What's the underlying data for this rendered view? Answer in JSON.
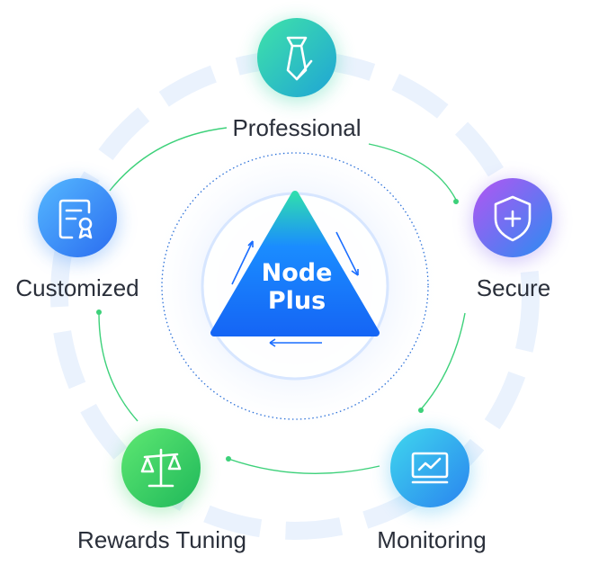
{
  "center": {
    "line1": "Node",
    "line2": "Plus"
  },
  "nodes": [
    {
      "key": "professional",
      "label": "Professional",
      "icon": "tie-icon",
      "colors": [
        "#3fe3a8",
        "#1fa4d6"
      ]
    },
    {
      "key": "secure",
      "label": "Secure",
      "icon": "shield-plus-icon",
      "colors": [
        "#b455f2",
        "#2b8cf2"
      ]
    },
    {
      "key": "monitoring",
      "label": "Monitoring",
      "icon": "monitor-chart-icon",
      "colors": [
        "#3fd7ee",
        "#2a84ef"
      ]
    },
    {
      "key": "rewards",
      "label": "Rewards Tuning",
      "icon": "balance-scale-icon",
      "colors": [
        "#5ee872",
        "#1fb85a"
      ]
    },
    {
      "key": "customized",
      "label": "Customized",
      "icon": "document-badge-icon",
      "colors": [
        "#55b8ff",
        "#2a6cf0"
      ]
    }
  ],
  "colors": {
    "accent_blue": "#1a6dff",
    "connector_green": "#3dd17a",
    "ring": "#eaf2fd",
    "label_text": "#2a2f3a"
  }
}
